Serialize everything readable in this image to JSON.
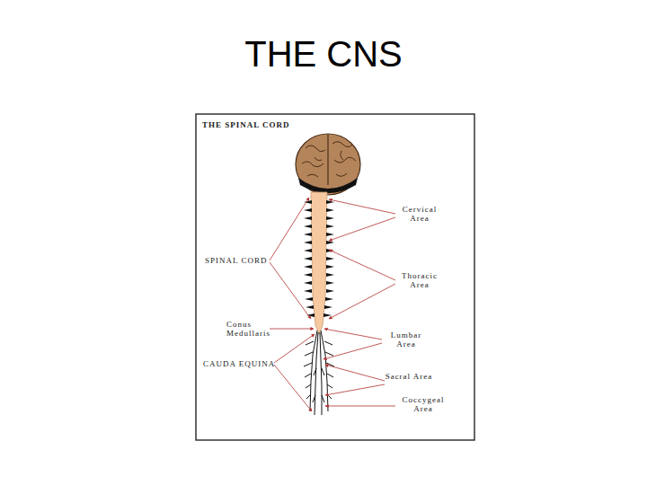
{
  "diagram": {
    "title": "THE CNS",
    "labels": [
      "THE SPINAL CORD",
      "Cervical Area",
      "SPINAL CORD",
      "Thoracic Area",
      "Conus Medullaris",
      "Lumbar Area",
      "CAUDA EQUINA",
      "Sacral Area",
      "Coccygeal Area"
    ]
  }
}
